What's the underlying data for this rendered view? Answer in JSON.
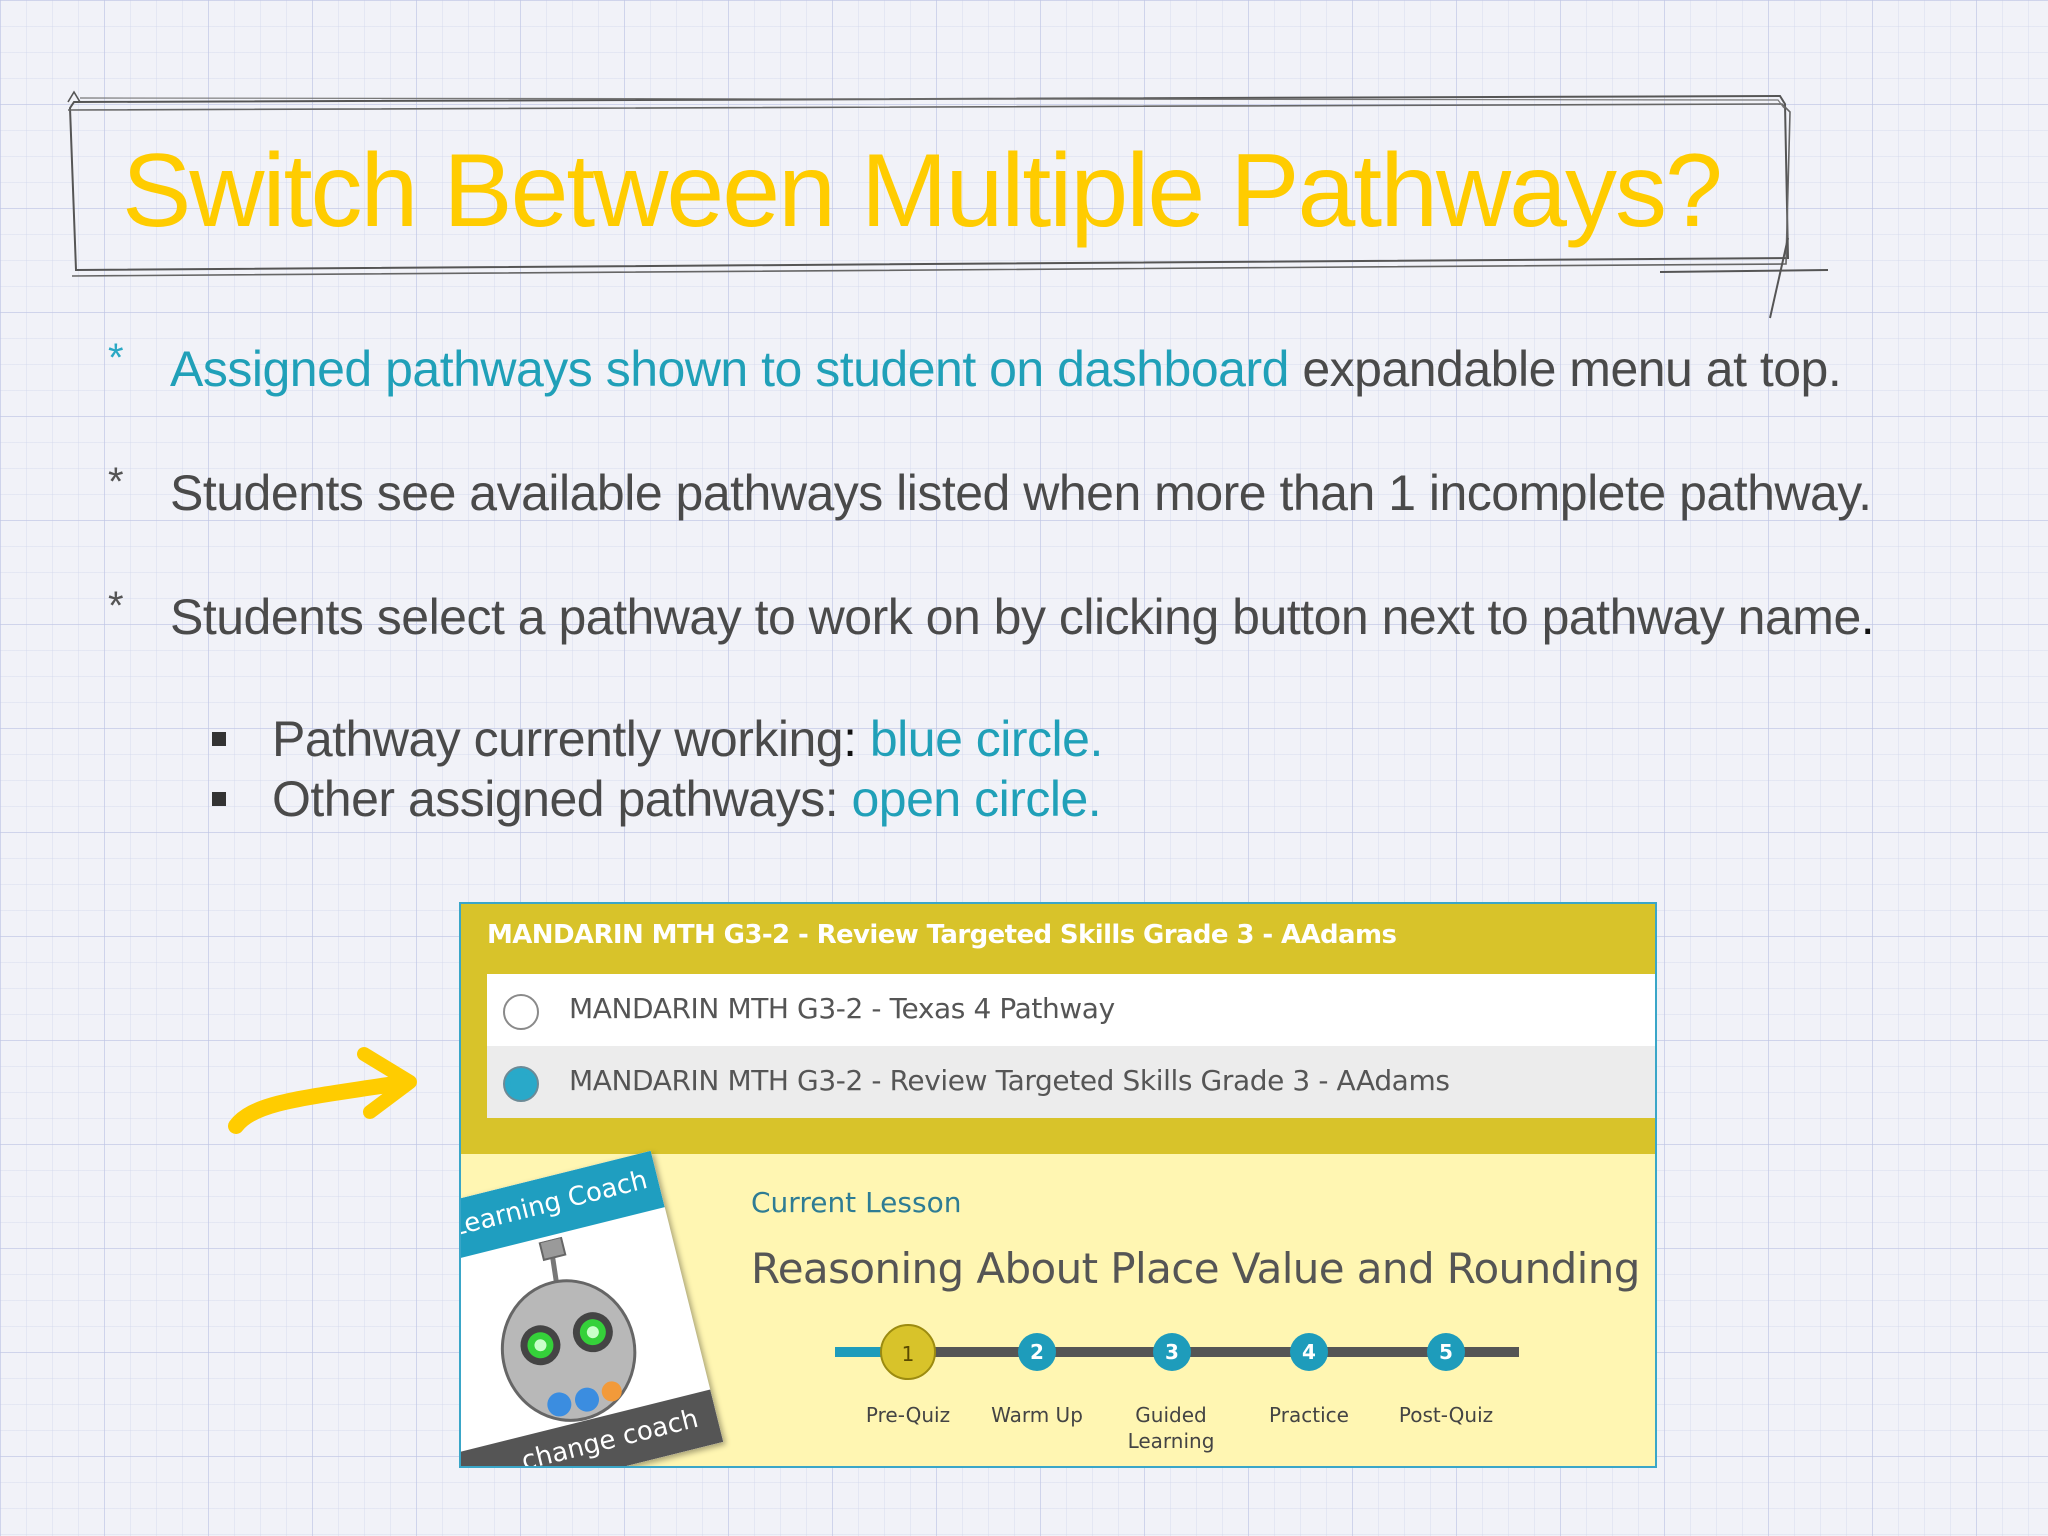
{
  "slide": {
    "title": "Switch Between Multiple Pathways?",
    "bullets": [
      {
        "highlight": "Assigned pathways shown to student on dashboard",
        "rest": " expandable menu at top."
      },
      {
        "text": "Students see available pathways listed when more than 1 incomplete pathway."
      },
      {
        "text": "Students select a pathway to work on by clicking button next to pathway name",
        "end": "."
      }
    ],
    "sub_bullets": [
      {
        "label": "Pathway currently working",
        "sep": ": ",
        "value": "blue circle."
      },
      {
        "label": "Other assigned pathways: ",
        "value": "open circle."
      }
    ],
    "bullet_marker": "*"
  },
  "screenshot": {
    "header_title": "MANDARIN MTH G3-2 - Review Targeted Skills Grade 3 - AAdams",
    "pathways": [
      {
        "label": "MANDARIN MTH G3-2 - Texas 4 Pathway",
        "selected": false
      },
      {
        "label": "MANDARIN MTH G3-2 - Review Targeted Skills Grade 3 - AAdams",
        "selected": true
      }
    ],
    "coach": {
      "banner": "our Learning Coach",
      "footer": "change coach"
    },
    "current_lesson_label": "Current Lesson",
    "lesson_title": "Reasoning About Place Value and Rounding",
    "steps": [
      {
        "number": "1",
        "label": "Pre-Quiz",
        "active": true
      },
      {
        "number": "2",
        "label": "Warm Up",
        "active": false
      },
      {
        "number": "3",
        "label": "Guided Learning",
        "active": false
      },
      {
        "number": "4",
        "label": "Practice",
        "active": false
      },
      {
        "number": "5",
        "label": "Post-Quiz",
        "active": false
      }
    ]
  },
  "colors": {
    "title": "#ffcc00",
    "teal_text": "#20a0b8",
    "header_gold": "#d8c32a",
    "panel_yellow": "#fff6b2",
    "radio_blue": "#29a9c9",
    "arrow_yellow": "#ffcc00"
  }
}
